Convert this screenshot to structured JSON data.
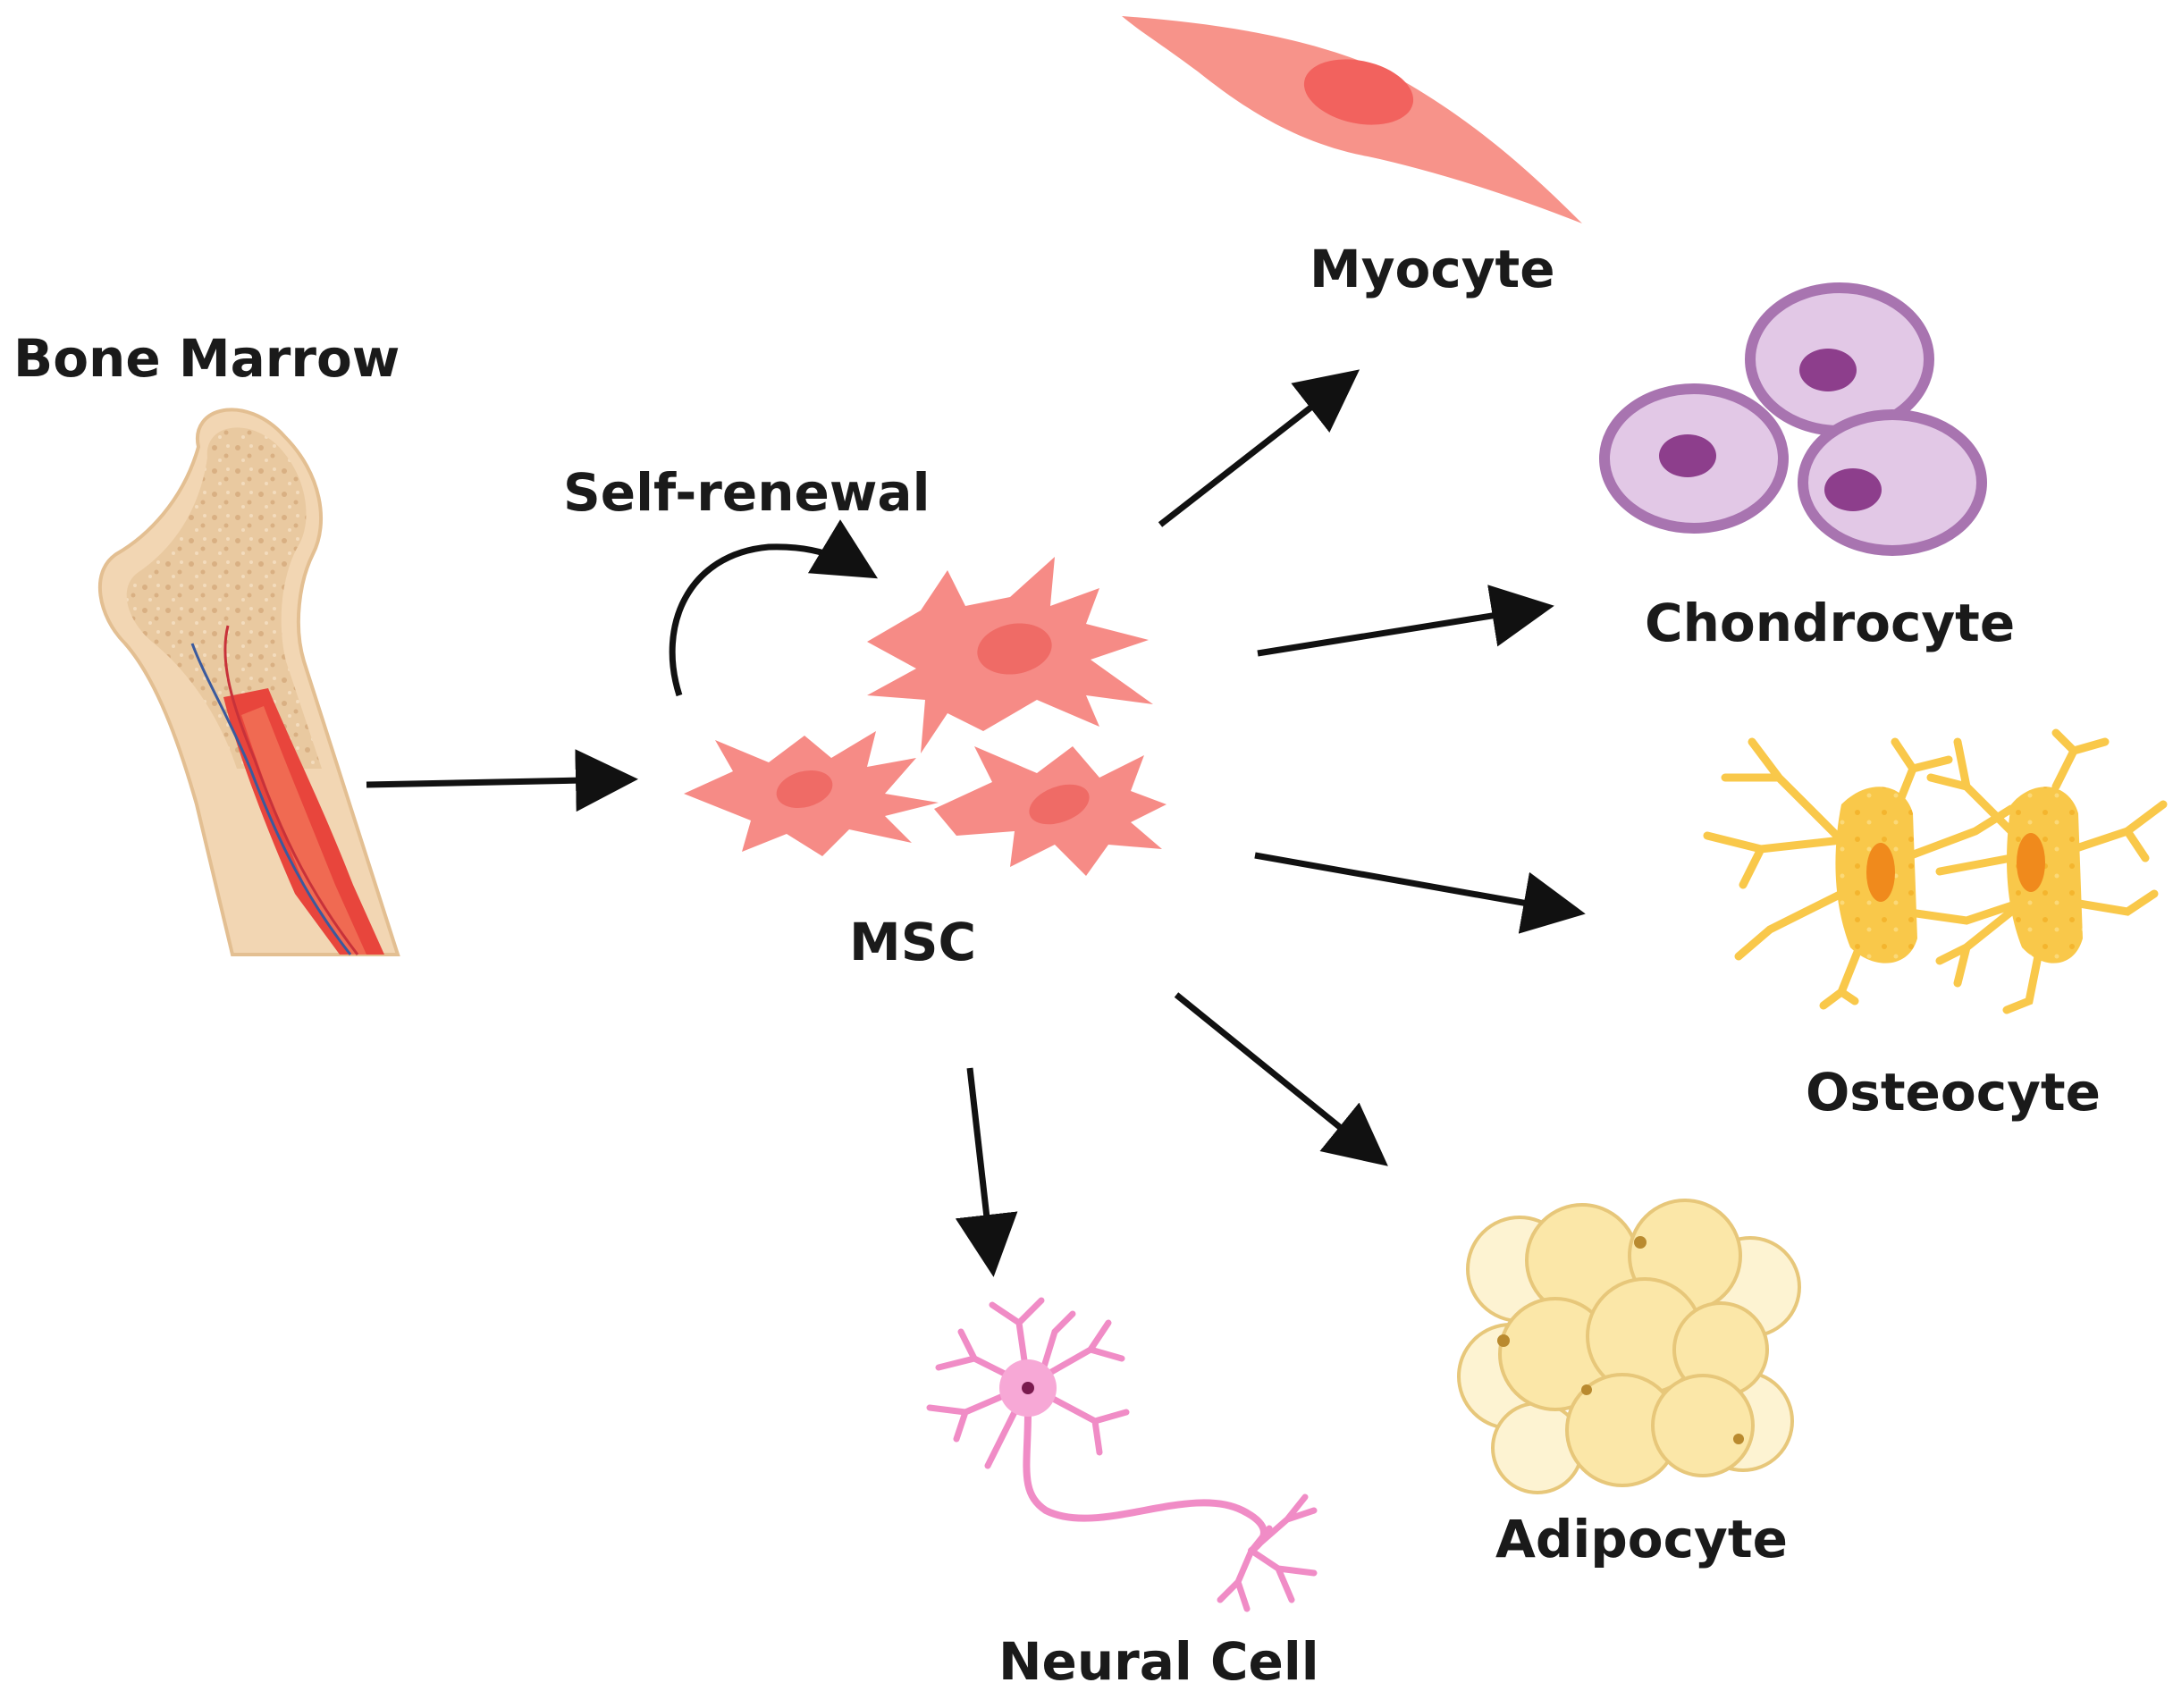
{
  "labels": {
    "bone_marrow": "Bone Marrow",
    "self_renewal": "Self-renewal",
    "msc": "MSC",
    "myocyte": "Myocyte",
    "chondrocyte": "Chondrocyte",
    "osteocyte": "Osteocyte",
    "adipocyte": "Adipocyte",
    "neural_cell": "Neural Cell"
  },
  "colors": {
    "arrow": "#111111",
    "bone": "#f2d6b3",
    "bone_marrow_core": "#e8453c",
    "msc": "#f68b86",
    "msc_nucleus": "#ef6b66",
    "myocyte": "#f7938a",
    "chondrocyte": "#e2c8e6",
    "chondrocyte_nucleus": "#8d3e8c",
    "osteocyte": "#f9c84a",
    "osteocyte_nucleus": "#f08a1c",
    "adipocyte": "#fbe7a8",
    "neural": "#f08cc6"
  }
}
